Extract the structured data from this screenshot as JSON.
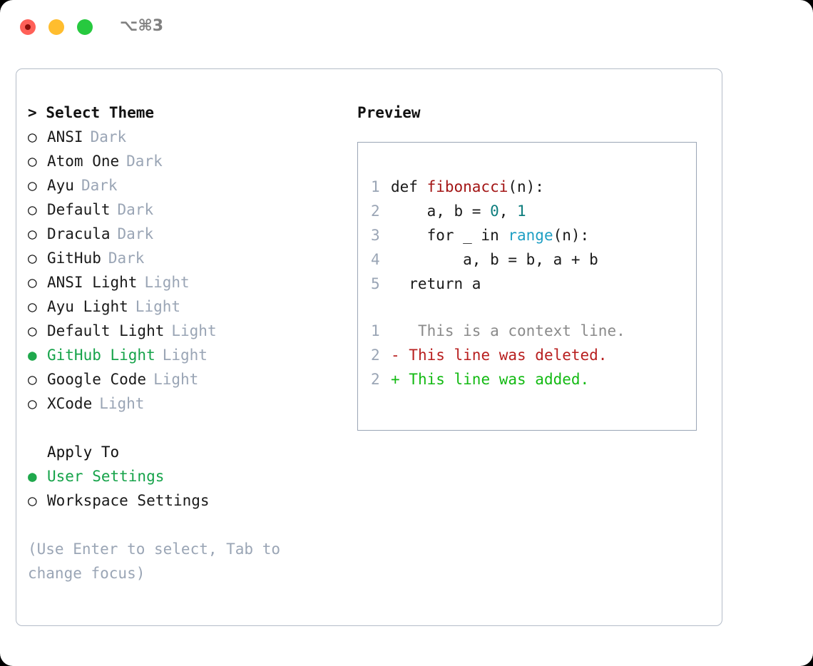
{
  "titlebar": {
    "shortcut": "⌥⌘3",
    "buttons": {
      "close": "close",
      "minimize": "minimize",
      "maximize": "maximize"
    }
  },
  "left": {
    "heading_prefix": ">",
    "heading": "Select Theme",
    "marker_unselected": "○",
    "marker_selected": "●",
    "themes": [
      {
        "name": "ANSI",
        "tag": "Dark",
        "selected": false
      },
      {
        "name": "Atom One",
        "tag": "Dark",
        "selected": false
      },
      {
        "name": "Ayu",
        "tag": "Dark",
        "selected": false
      },
      {
        "name": "Default",
        "tag": "Dark",
        "selected": false
      },
      {
        "name": "Dracula",
        "tag": "Dark",
        "selected": false
      },
      {
        "name": "GitHub",
        "tag": "Dark",
        "selected": false
      },
      {
        "name": "ANSI Light",
        "tag": "Light",
        "selected": false
      },
      {
        "name": "Ayu Light",
        "tag": "Light",
        "selected": false
      },
      {
        "name": "Default Light",
        "tag": "Light",
        "selected": false
      },
      {
        "name": "GitHub Light",
        "tag": "Light",
        "selected": true
      },
      {
        "name": "Google Code",
        "tag": "Light",
        "selected": false
      },
      {
        "name": "XCode",
        "tag": "Light",
        "selected": false
      }
    ],
    "apply_heading": "Apply To",
    "apply_options": [
      {
        "name": "User Settings",
        "selected": true
      },
      {
        "name": "Workspace Settings",
        "selected": false
      }
    ],
    "hint": "(Use Enter to select, Tab to change focus)"
  },
  "right": {
    "heading": "Preview",
    "code_lines": [
      {
        "num": "1",
        "segments": [
          {
            "text": "def ",
            "style": "plain"
          },
          {
            "text": "fibonacci",
            "style": "fn"
          },
          {
            "text": "(n):",
            "style": "plain"
          }
        ]
      },
      {
        "num": "2",
        "segments": [
          {
            "text": "    a, b = ",
            "style": "plain"
          },
          {
            "text": "0",
            "style": "num"
          },
          {
            "text": ", ",
            "style": "plain"
          },
          {
            "text": "1",
            "style": "num"
          }
        ]
      },
      {
        "num": "3",
        "segments": [
          {
            "text": "    for _ in ",
            "style": "plain"
          },
          {
            "text": "range",
            "style": "call"
          },
          {
            "text": "(n):",
            "style": "plain"
          }
        ]
      },
      {
        "num": "4",
        "segments": [
          {
            "text": "        a, b = b, a + b",
            "style": "plain"
          }
        ]
      },
      {
        "num": "5",
        "segments": [
          {
            "text": "  return a",
            "style": "plain"
          }
        ]
      }
    ],
    "diff_lines": [
      {
        "num": "1",
        "sign": " ",
        "text": "  This is a context line.",
        "kind": "ctx"
      },
      {
        "num": "2",
        "sign": "-",
        "text": " This line was deleted.",
        "kind": "del"
      },
      {
        "num": "2",
        "sign": "+",
        "text": " This line was added.",
        "kind": "add"
      }
    ]
  },
  "colors": {
    "accent_green": "#16a34a",
    "tag_gray": "#9aa5b5",
    "border": "#b4bcc8",
    "preview_border": "#9aa5b5",
    "syntax_function": "#a31515",
    "syntax_number": "#0d7d7d",
    "syntax_call": "#1f9fc4",
    "diff_added": "#13ba13",
    "diff_deleted": "#b81f1f",
    "diff_context": "#8a8a8a"
  }
}
